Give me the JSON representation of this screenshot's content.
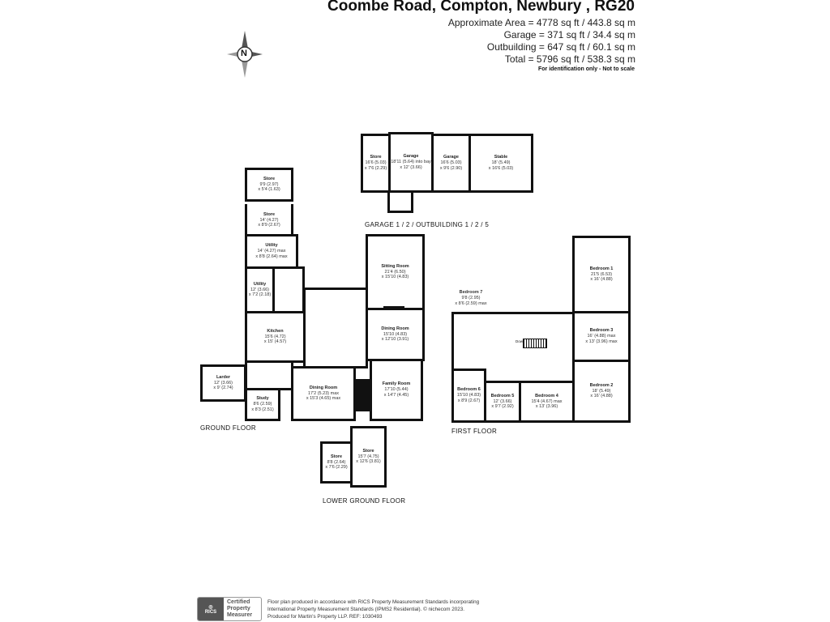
{
  "header": {
    "title": "Coombe Road, Compton, Newbury , RG20",
    "areas": [
      "Approximate Area = 4778 sq ft / 443.8 sq m",
      "Garage = 371 sq ft / 34.4 sq m",
      "Outbuilding = 647 sq ft / 60.1 sq m",
      "Total = 5796 sq ft / 538.3 sq m"
    ],
    "disclaimer": "For identification only - Not to scale"
  },
  "compass": {
    "letter": "N"
  },
  "outbuildings": {
    "label": "GARAGE 1 / 2 / OUTBUILDING 1 / 2 / 5",
    "rooms": [
      {
        "name": "Store",
        "d1": "16'6 (5.03)",
        "d2": "x 7'6 (2.29)"
      },
      {
        "name": "Garage",
        "d1": "18'11 (5.64) into bay",
        "d2": "x 12' (3.66)"
      },
      {
        "name": "Garage",
        "d1": "16'6 (5.03)",
        "d2": "x 9'6 (2.90)"
      },
      {
        "name": "Stable",
        "d1": "18' (5.49)",
        "d2": "x 16'6 (5.03)"
      }
    ]
  },
  "ground_floor": {
    "label": "GROUND FLOOR",
    "rooms": [
      {
        "name": "Store",
        "d1": "9'9 (2.97)",
        "d2": "x 5'4 (1.63)"
      },
      {
        "name": "Store",
        "d1": "14' (4.27)",
        "d2": "x 8'9 (2.67)"
      },
      {
        "name": "Utility",
        "d1": "14' (4.27) max",
        "d2": "x 8'8 (2.64) max"
      },
      {
        "name": "Utility",
        "d1": "12' (3.66)",
        "d2": "x 7'2 (2.18)"
      },
      {
        "name": "Kitchen",
        "d1": "15'6 (4.72)",
        "d2": "x 15' (4.57)"
      },
      {
        "name": "Larder",
        "d1": "12' (3.66)",
        "d2": "x 9' (2.74)"
      },
      {
        "name": "Study",
        "d1": "8'6 (2.59)",
        "d2": "x 8'3 (2.51)"
      },
      {
        "name": "Dining Room",
        "d1": "17'2 (5.23) max",
        "d2": "x 15'3 (4.65) max"
      },
      {
        "name": "Family Room",
        "d1": "17'10 (5.44)",
        "d2": "x 14'7 (4.45)"
      },
      {
        "name": "Sitting Room",
        "d1": "21'4 (6.50)",
        "d2": "x 15'10 (4.83)"
      },
      {
        "name": "Dining Room",
        "d1": "15'10 (4.83)",
        "d2": "x 12'10 (3.91)"
      }
    ]
  },
  "first_floor": {
    "label": "FIRST FLOOR",
    "rooms": [
      {
        "name": "Bedroom 1",
        "d1": "21'5 (6.53)",
        "d2": "x 16' (4.88)"
      },
      {
        "name": "Bedroom 3",
        "d1": "16' (4.88) max",
        "d2": "x 13' (3.96) max"
      },
      {
        "name": "Bedroom 2",
        "d1": "18' (5.49)",
        "d2": "x 16' (4.88)"
      },
      {
        "name": "Bedroom 6",
        "d1": "15'10 (4.83)",
        "d2": "x 8'9 (2.67)"
      },
      {
        "name": "Bedroom 5",
        "d1": "12' (3.66)",
        "d2": "x 9'7 (2.92)"
      },
      {
        "name": "Bedroom 4",
        "d1": "15'4 (4.67) max",
        "d2": "x 13' (3.96)"
      },
      {
        "name": "Bedroom 7",
        "d1": "9'8 (2.95)",
        "d2": "x 8'6 (2.59) max"
      }
    ],
    "stair_label": "Down"
  },
  "lower_ground_floor": {
    "label": "LOWER GROUND FLOOR",
    "rooms": [
      {
        "name": "Store",
        "d1": "8'8 (2.64)",
        "d2": "x 7'6 (2.29)"
      },
      {
        "name": "Store",
        "d1": "15'7 (4.75)",
        "d2": "x 12'6 (3.81)"
      }
    ]
  },
  "footer": {
    "badge_logo": "RICS",
    "badge_lines": [
      "Certified",
      "Property",
      "Measurer"
    ],
    "lines": [
      "Floor plan produced in accordance with RICS Property Measurement Standards incorporating",
      "International Property Measurement Standards (IPMS2 Residential). © nichecom 2023.",
      "Produced for Martin's Property LLP.  REF: 1030493"
    ]
  }
}
